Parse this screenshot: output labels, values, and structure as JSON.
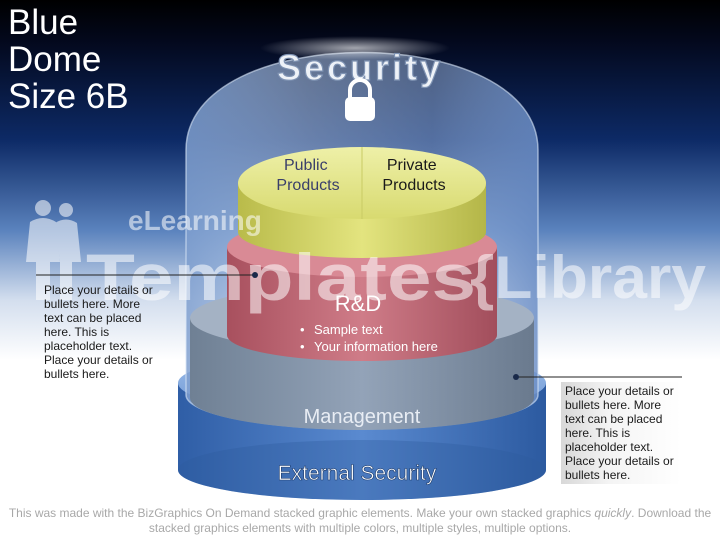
{
  "title": {
    "line1": "Blue",
    "line2": "Dome",
    "line3": "Size 6B"
  },
  "dome": {
    "label": "Security",
    "icon": "padlock-icon",
    "colors": {
      "dome": "#8fb0dc",
      "navy": "#0d2a66"
    }
  },
  "layers": {
    "top_left": "Public Products",
    "top_left_lines": [
      "Public",
      "Products"
    ],
    "top_right": "Private Products",
    "top_right_lines": [
      "Private",
      "Products"
    ],
    "rd": {
      "title": "R&D",
      "bullets": [
        "Sample text",
        "Your information here"
      ]
    },
    "management": "Management",
    "external": "External Security"
  },
  "layer_colors": {
    "top": "#dfe07a",
    "rd": "#c9707c",
    "management": "#8293a8",
    "external": "#4f7fc0"
  },
  "callouts": {
    "left": "Place your details or bullets here. More text can be placed here. This is placeholder text. Place your details or bullets here.",
    "right": "Place your details or bullets here. More text can be placed here. This is placeholder text. Place your details or bullets here."
  },
  "watermark": {
    "line1": "eLearning",
    "line2": "Templates",
    "line3": "{Library"
  },
  "footer": {
    "text_before": "This was made with the BizGraphics On Demand stacked graphic elements. Make your own stacked graphics ",
    "text_em": "quickly",
    "text_after": ". Download the stacked graphics elements with multiple colors, multiple styles, multiple options."
  }
}
